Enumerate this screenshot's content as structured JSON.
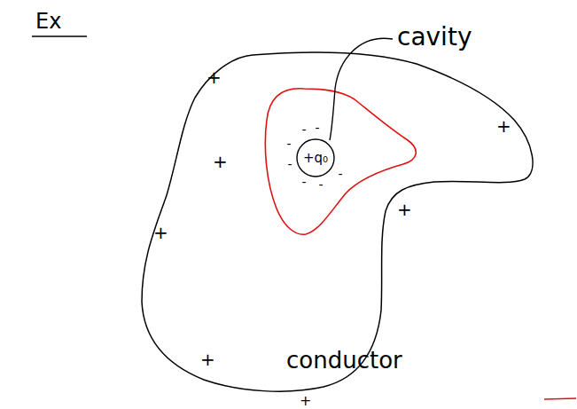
{
  "diagram": {
    "nodes": [
      {
        "text": [
          "conductor"
        ]
      },
      {
        "text": [
          "+q₀"
        ],
        "in": 0
      }
    ],
    "labels": [
      "Ex",
      "cavity",
      "+",
      "+",
      "+",
      "+",
      "+",
      "+",
      "+",
      "-",
      "-",
      "-",
      "-",
      "-",
      "-",
      "-"
    ]
  }
}
